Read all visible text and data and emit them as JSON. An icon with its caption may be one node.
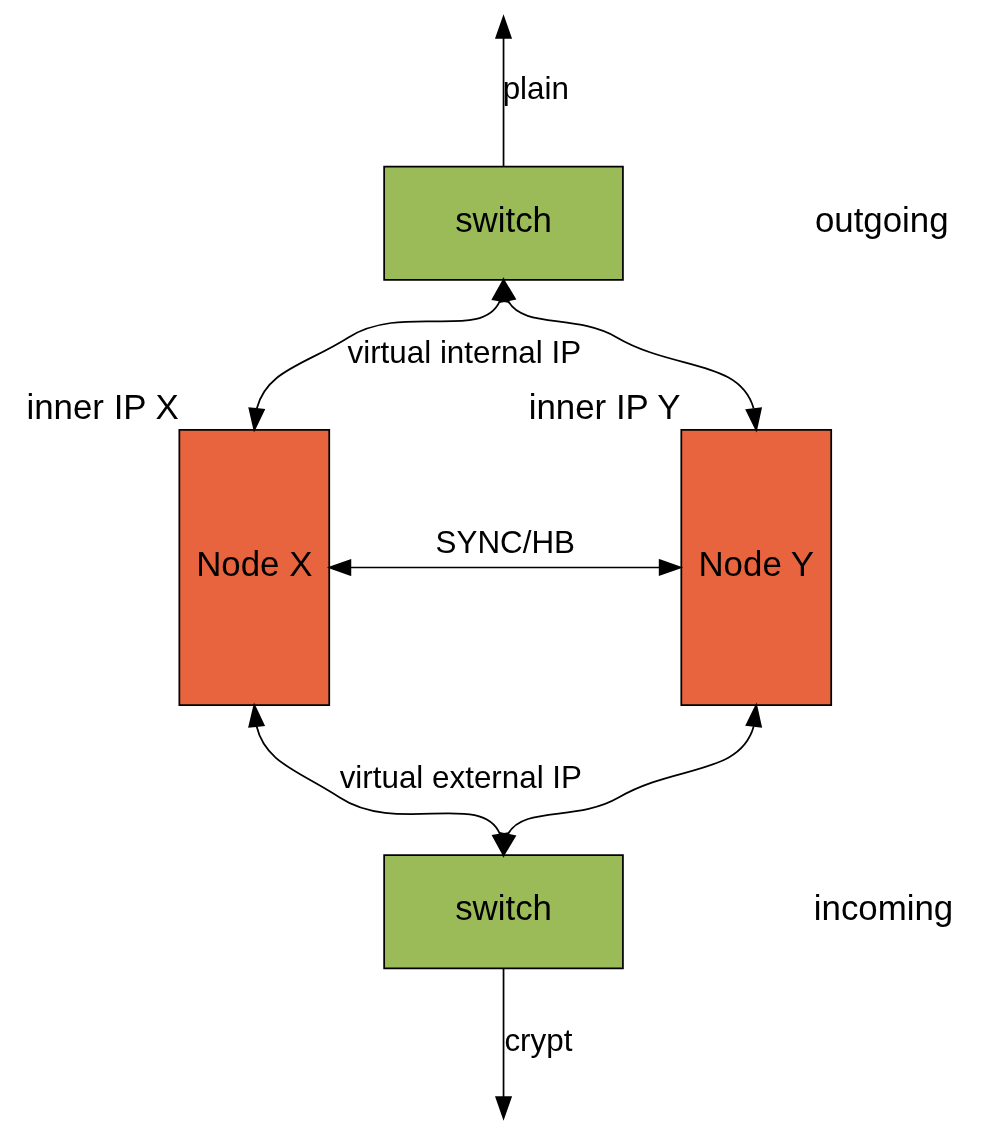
{
  "diagram": {
    "nodes": [
      {
        "text": [
          "switch"
        ]
      },
      {
        "text": [
          "Node X"
        ],
        "beside": [
          "inner IP X"
        ]
      },
      {
        "text": [
          "Node Y"
        ],
        "beside": [
          "inner IP Y"
        ]
      },
      {
        "text": [
          "switch"
        ]
      }
    ],
    "edges": [
      {
        "from": 0,
        "to": null,
        "arrow": "to",
        "label": "plain"
      },
      {
        "from": 0,
        "to": 1,
        "arrow": "both",
        "label": "virtual internal IP"
      },
      {
        "from": 0,
        "to": 2,
        "arrow": "both"
      },
      {
        "from": 1,
        "to": 2,
        "arrow": "both",
        "label": "SYNC/HB"
      },
      {
        "from": 3,
        "to": 1,
        "arrow": "both",
        "label": "virtual external IP"
      },
      {
        "from": 3,
        "to": 2,
        "arrow": "both"
      },
      {
        "from": 3,
        "to": null,
        "arrow": "to",
        "label": "crypt"
      }
    ],
    "labels": [
      "outgoing",
      "incoming"
    ]
  }
}
